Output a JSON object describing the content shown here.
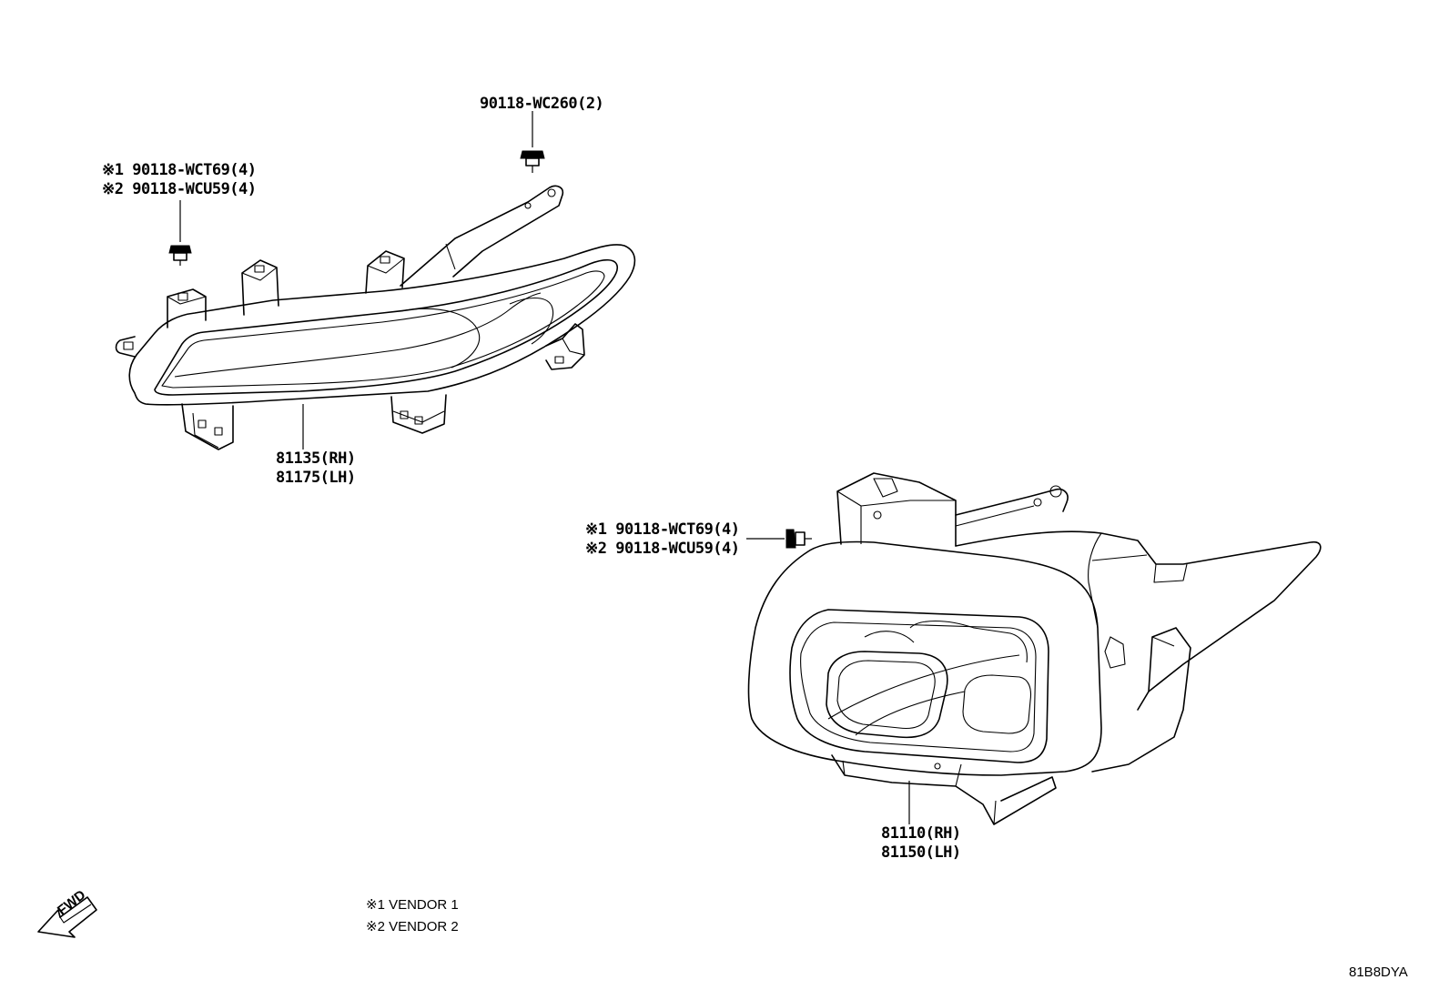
{
  "callouts": {
    "top_screw": {
      "lines": [
        "90118-WC260(2)"
      ]
    },
    "left_screw": {
      "lines": [
        "※1 90118-WCT69(4)",
        "※2 90118-WCU59(4)"
      ]
    },
    "drl_lamp": {
      "lines": [
        "81135(RH)",
        "81175(LH)"
      ]
    },
    "fog_screw": {
      "lines": [
        "※1 90118-WCT69(4)",
        "※2 90118-WCU59(4)"
      ]
    },
    "fog_lamp": {
      "lines": [
        "81110(RH)",
        "81150(LH)"
      ]
    }
  },
  "legend": {
    "items": [
      {
        "label": "※1 VENDOR 1"
      },
      {
        "label": "※2 VENDOR 2"
      }
    ]
  },
  "fwd_arrow": {
    "label": "FWD"
  },
  "drawing_code": "81B8DYA",
  "icons": {
    "fwd": "fwd-arrow-icon"
  }
}
